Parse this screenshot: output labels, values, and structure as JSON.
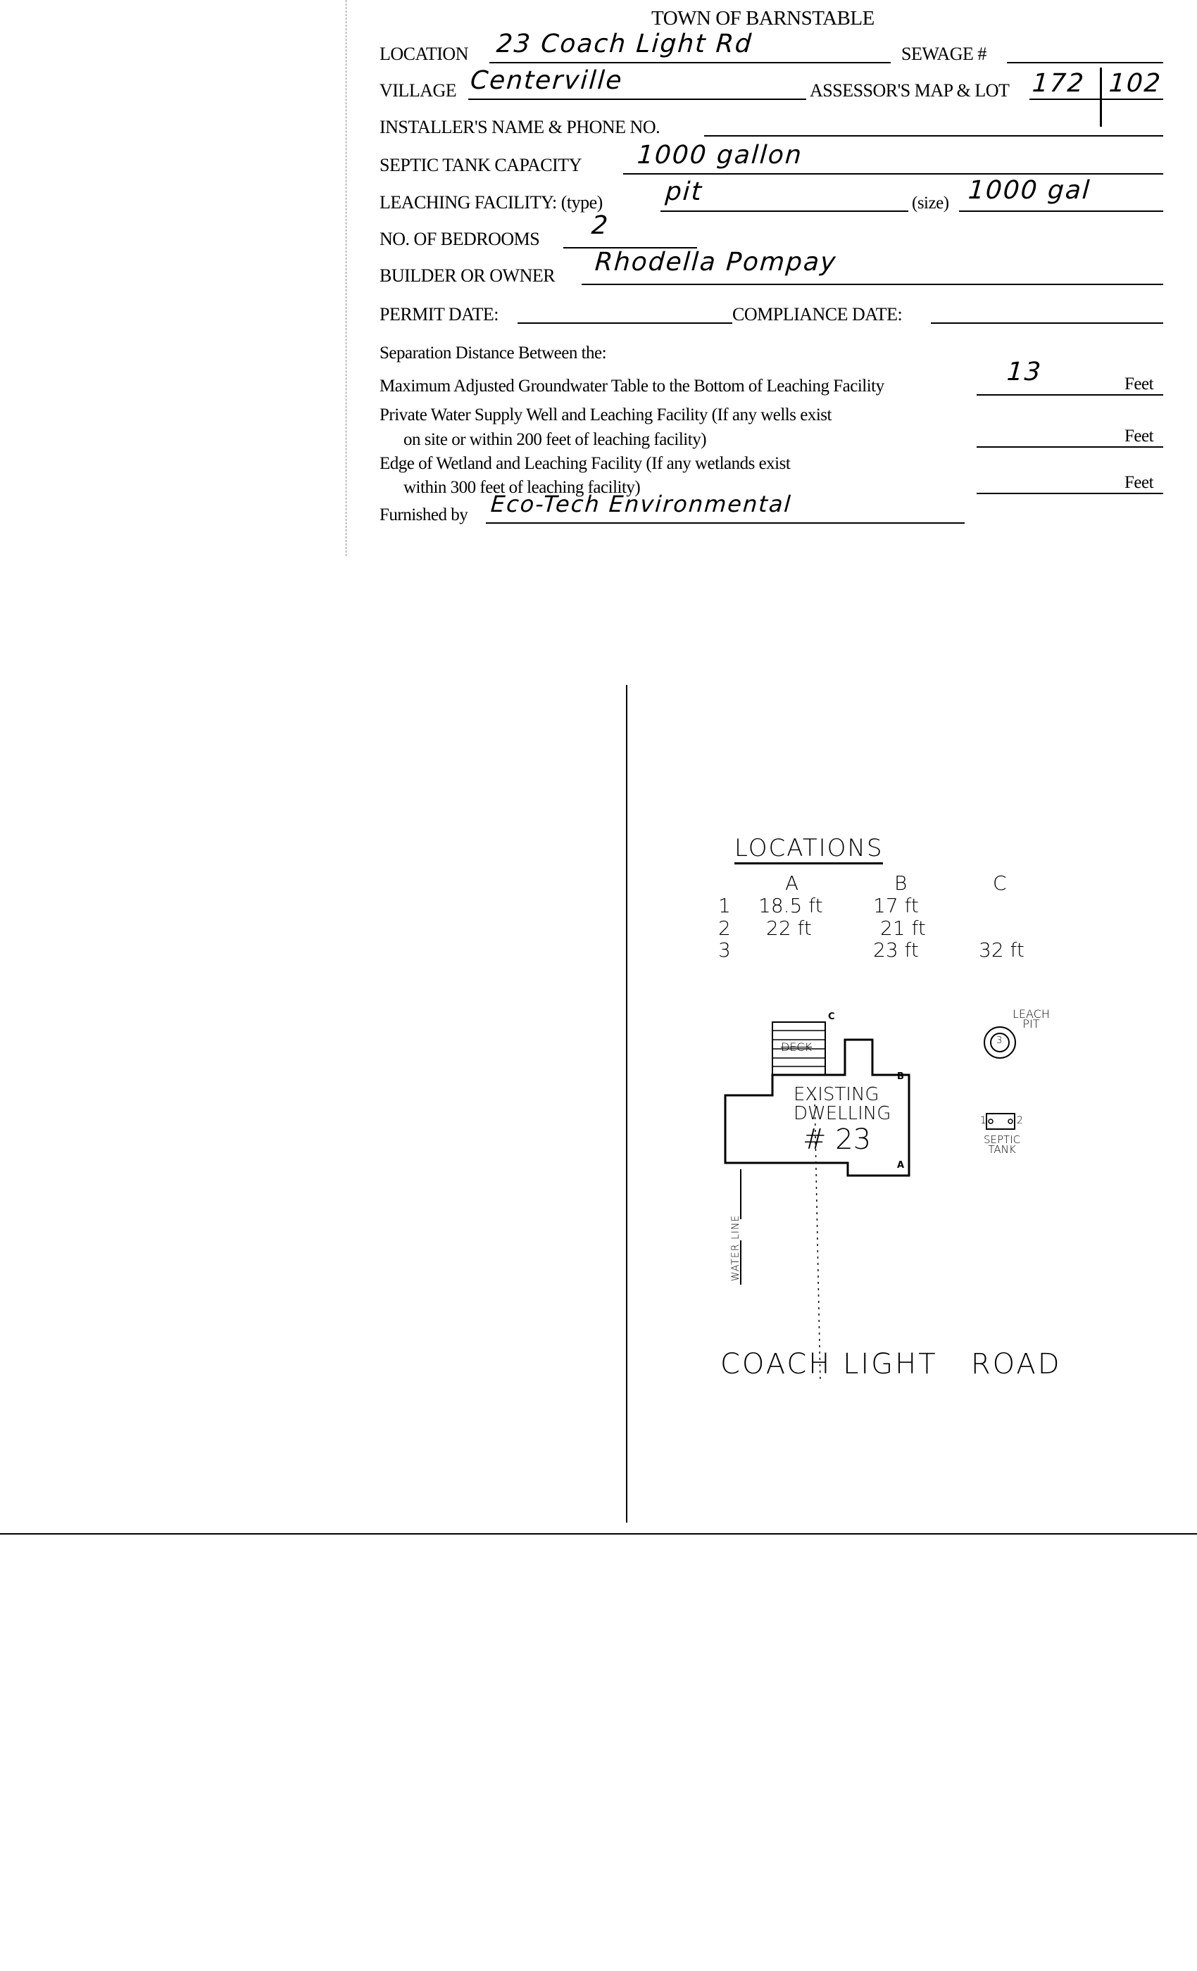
{
  "form": {
    "title": "TOWN OF BARNSTABLE",
    "location_label": "LOCATION",
    "location_value": "23 Coach Light Rd",
    "sewage_label": "SEWAGE #",
    "sewage_value": "",
    "village_label": "VILLAGE",
    "village_value": "Centerville",
    "map_lot_label": "ASSESSOR'S MAP & LOT",
    "map_value": "172",
    "lot_value": "102",
    "installer_label": "INSTALLER'S NAME & PHONE NO.",
    "installer_value": "",
    "tank_capacity_label": "SEPTIC TANK CAPACITY",
    "tank_capacity_value": "1000 gallon",
    "leaching_type_label": "LEACHING FACILITY: (type)",
    "leaching_type_value": "pit",
    "leaching_size_label": "(size)",
    "leaching_size_value": "1000 gal",
    "bedrooms_label": "NO. OF BEDROOMS",
    "bedrooms_value": "2",
    "owner_label": "BUILDER OR OWNER",
    "owner_value": "Rhodella Pompay",
    "permit_date_label": "PERMIT DATE:",
    "compliance_date_label": "COMPLIANCE DATE:",
    "separation_heading": "Separation Distance Between the:",
    "groundwater_label": "Maximum Adjusted Groundwater Table to the Bottom of Leaching Facility",
    "groundwater_value": "13",
    "well_label_1": "Private Water Supply Well and Leaching Facility  (If any wells exist",
    "well_label_2": "on site or within 200 feet of leaching facility)",
    "wetland_label_1": "Edge of Wetland and Leaching Facility (If any wetlands exist",
    "wetland_label_2": "within 300 feet of leaching facility)",
    "feet_unit": "Feet",
    "furnished_label": "Furnished by",
    "furnished_value": "Eco-Tech Environmental"
  },
  "plan": {
    "locations_title": "LOCATIONS",
    "columns": [
      "A",
      "B",
      "C"
    ],
    "rows": [
      {
        "num": "1",
        "a": "18.5 ft",
        "b": "17 ft",
        "c": ""
      },
      {
        "num": "2",
        "a": "22 ft",
        "b": "21 ft",
        "c": ""
      },
      {
        "num": "3",
        "a": "",
        "b": "23 ft",
        "c": "32 ft"
      }
    ],
    "deck_label": "DECK",
    "dwelling_line1": "EXISTING",
    "dwelling_line2": "DWELLING",
    "dwelling_number": "# 23",
    "corner_a": "A",
    "corner_b": "B",
    "corner_c": "C",
    "leach_pit_line1": "LEACH",
    "leach_pit_line2": "PIT",
    "leach_pit_num": "3",
    "septic_line1": "SEPTIC",
    "septic_line2": "TANK",
    "septic_point1": "1",
    "septic_point2": "2",
    "water_line_label": "WATER LINE",
    "road_label": "COACH LIGHT   ROAD"
  }
}
